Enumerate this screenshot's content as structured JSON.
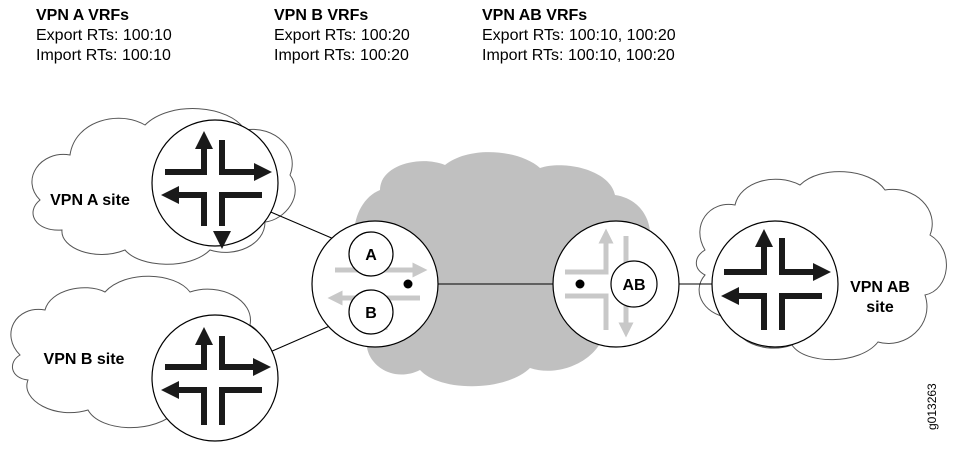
{
  "legend": [
    {
      "title": "VPN A VRFs",
      "export": "Export RTs: 100:10",
      "import": "Import RTs: 100:10"
    },
    {
      "title": "VPN B VRFs",
      "export": "Export RTs: 100:20",
      "import": "Import RTs: 100:20"
    },
    {
      "title": "VPN AB VRFs",
      "export": "Export RTs: 100:10, 100:20",
      "import": "Import RTs: 100:10, 100:20"
    }
  ],
  "sites": {
    "vpn_a": "VPN A site",
    "vpn_b": "VPN B site",
    "vpn_ab_line1": "VPN AB",
    "vpn_ab_line2": "site"
  },
  "vrfs": {
    "a": "A",
    "b": "B",
    "ab": "AB"
  },
  "figure_id": "g013263",
  "colors": {
    "core_cloud": "#c0c0c0",
    "light_arrows": "#c8c8c8",
    "dark_arrows": "#1a1a1a"
  }
}
